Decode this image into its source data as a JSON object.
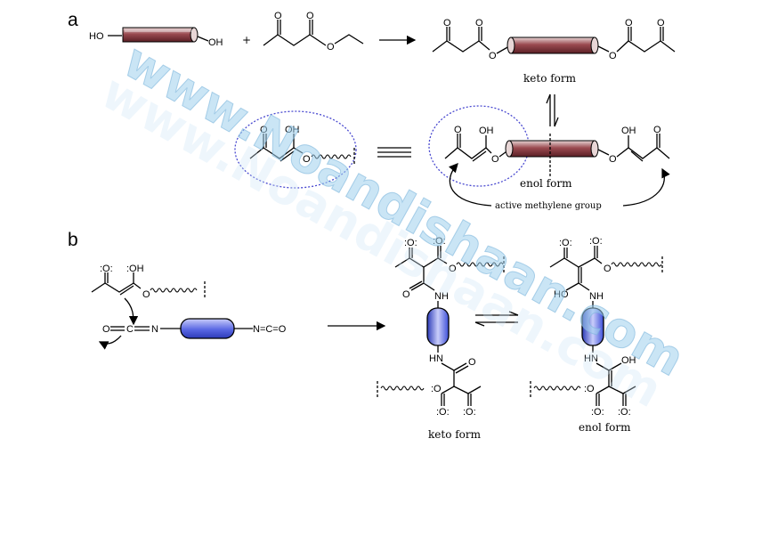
{
  "panels": {
    "a": "a",
    "b": "b"
  },
  "atoms": {
    "ho": "HO",
    "oh": "OH",
    "o": "O",
    "nh": "NH",
    "hn": "HN",
    "ho2": "HO",
    "n": "N",
    "c": "C",
    "oc": "O=C=N",
    "nco": "N=C=O"
  },
  "operators": {
    "plus": "+"
  },
  "labels": {
    "keto_form_a": "keto form",
    "enol_form_a": "enol form",
    "active_methylene": "active methylene group",
    "keto_form_b": "keto form",
    "enol_form_b": "enol form"
  },
  "watermark": {
    "text": "www.Noandishaan.com"
  },
  "colors": {
    "rod_dark": "#7a2f35",
    "rod_light": "#e8d6d6",
    "capsule_blue": "#3d4fd8",
    "capsule_light": "#c9cdfa",
    "ellipse": "#4a4ad0",
    "watermark": "#9fd0ec"
  }
}
